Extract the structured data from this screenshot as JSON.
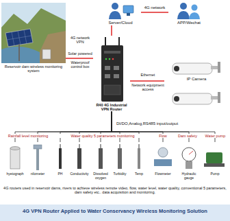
{
  "diagram": {
    "caption": "4G VPN Router Applied to Water Conservancy Wireless Monitoring Solution",
    "nodes": [
      {
        "text": [
          "Server/Cloud"
        ]
      },
      {
        "text": [
          "APP/Wechat"
        ]
      },
      {
        "text": [
          "Reservoir dam wireless monitoring system"
        ]
      },
      {
        "text": [
          "R40 4G Industrial VPN Router"
        ]
      },
      {
        "text": [
          "IP Camera"
        ]
      },
      {
        "text": [
          "hyetograph"
        ]
      },
      {
        "text": [
          "nilometer"
        ]
      },
      {
        "text": [
          "PH"
        ]
      },
      {
        "text": [
          "Conductivity"
        ]
      },
      {
        "text": [
          "Dissolved oxygen"
        ]
      },
      {
        "text": [
          "Turbidity"
        ]
      },
      {
        "text": [
          "Temp"
        ]
      },
      {
        "text": [
          "Flowmeter"
        ]
      },
      {
        "text": [
          "Hydraulic gauge"
        ]
      },
      {
        "text": [
          "Pump"
        ]
      }
    ],
    "edges": [
      {
        "from": 0,
        "to": 1,
        "label": "4G network",
        "arrow": "none"
      },
      {
        "from": 3,
        "to": 0,
        "arrow": "none"
      },
      {
        "from": 3,
        "to": 2,
        "arrow": "none"
      },
      {
        "from": 3,
        "to": 4,
        "arrow": "none"
      },
      {
        "from": 3,
        "to": 5,
        "arrow": "none"
      },
      {
        "from": 3,
        "to": 6,
        "arrow": "none"
      },
      {
        "from": 3,
        "to": 7,
        "arrow": "none"
      },
      {
        "from": 3,
        "to": 8,
        "arrow": "none"
      },
      {
        "from": 3,
        "to": 9,
        "arrow": "none"
      },
      {
        "from": 3,
        "to": 10,
        "arrow": "none"
      },
      {
        "from": 3,
        "to": 11,
        "arrow": "none"
      },
      {
        "from": 3,
        "to": 12,
        "arrow": "none"
      },
      {
        "from": 3,
        "to": 13,
        "arrow": "none"
      },
      {
        "from": 3,
        "to": 14,
        "arrow": "none"
      }
    ],
    "labels": [
      "4G network VPN",
      "Solar powered",
      "Waterproof control box",
      "Ethernet",
      "Network equipment access",
      "DI/DO,Analog,RS485 input/output",
      "Rainfall level monitoring",
      "Water quality 5 parameters monitoring",
      "Flow",
      "Dam safety",
      "Water pump",
      "4G routers used in reservoir dams, rivers to achieve wireless remote video, flow, water level, water quality, conventional 5 parameters, dam safety etc.. data acquisition and monitoring."
    ]
  }
}
